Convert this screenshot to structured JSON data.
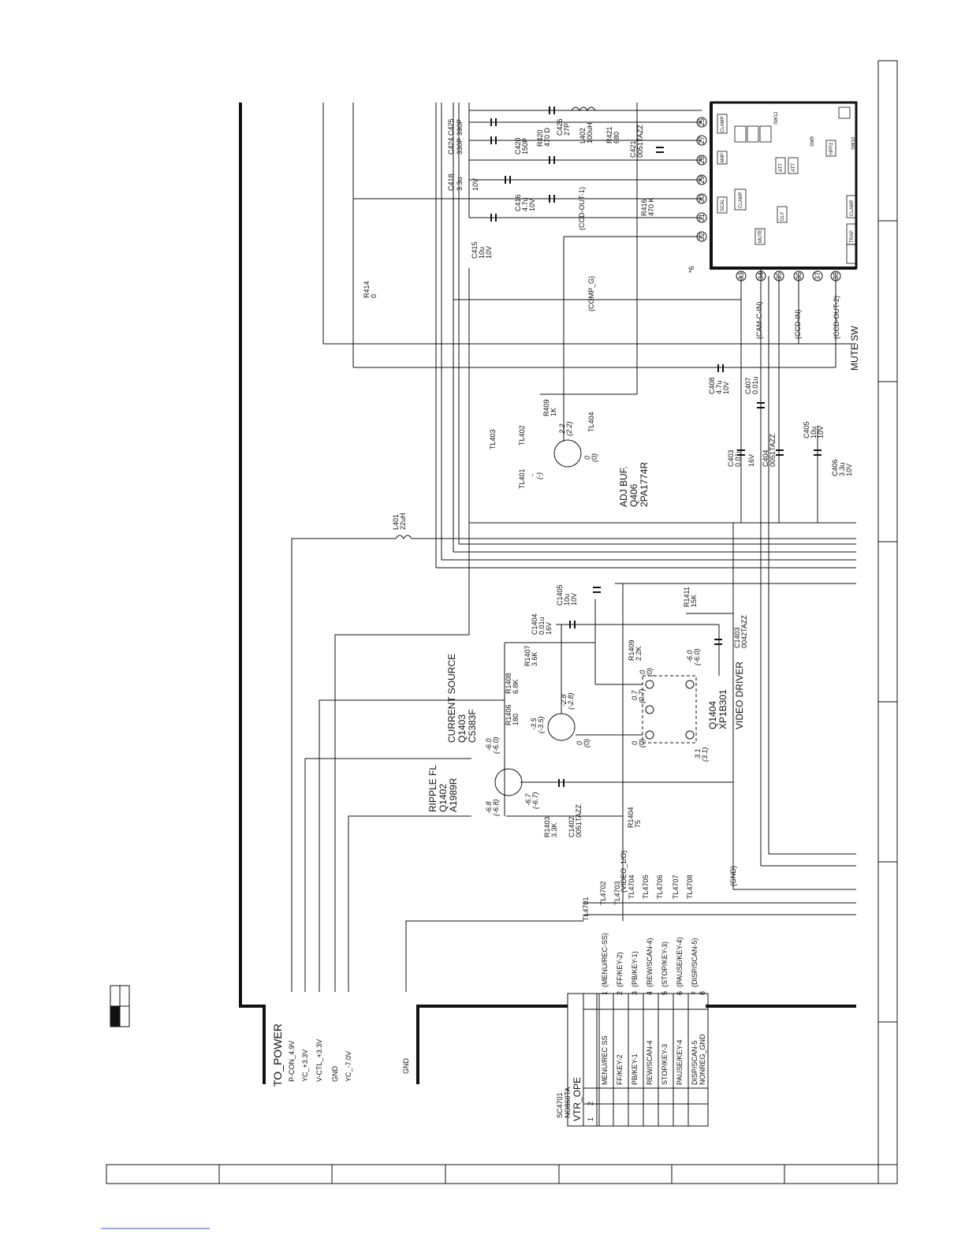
{
  "power_connector": {
    "title": "TO_POWER",
    "lines": [
      "P-CON_4.9V",
      "YC_+3.3V",
      "V-CTL_+3.3V",
      "GND",
      "YC_-7.0V"
    ],
    "gnd": "GND"
  },
  "vtr_connector": {
    "ref": "SC4701",
    "part": "NO860TA",
    "name": "VTR_OPE",
    "pins": [
      {
        "num": "1",
        "label": "MENU/REC SS",
        "signal": "(MENU/REC-SS)",
        "test": "TL4701"
      },
      {
        "num": "2",
        "label": "FF/KEY-2",
        "signal": "(FF/KEY-2)",
        "test": "TL4702"
      },
      {
        "num": "3",
        "label": "PB/KEY-1",
        "signal": "(PB/KEY-1)",
        "test": "TL4703"
      },
      {
        "num": "4",
        "label": "REW/SCAN-4",
        "signal": "(REW/SCAN-4)",
        "test": "TL4704"
      },
      {
        "num": "5",
        "label": "STOP/KEY-3",
        "signal": "(STOP/KEY-3)",
        "test": "TL4705"
      },
      {
        "num": "6",
        "label": "PAUSE/KEY-4",
        "signal": "(PAUSE/KEY-4)",
        "test": "TL4706"
      },
      {
        "num": "7",
        "label": "DISP/SCAN-5",
        "signal": "(DISP/SCAN-5)",
        "test": "TL4707"
      },
      {
        "num": "8",
        "label": "NONREG_GND",
        "signal": "",
        "test": "TL4708"
      }
    ]
  },
  "nets": {
    "video_out": "(VIDEO_1/O)",
    "gnd": "(GND)",
    "comp_g": "(COMP_G)",
    "cam_c_in": "(CAM-C-IN)",
    "ccd_in": "(CCD-IN)",
    "ccd_out_2": "(CCD-OUT-2)",
    "ccd_out_1": "(CCD-OUT-1)",
    "mute_sw": "MUTE SW",
    "star": "*6"
  },
  "blocks": {
    "ripple": {
      "title": "RIPPLE FL",
      "ref": "Q1402",
      "part": "A1989R",
      "v1": "-6.8",
      "v1b": "(-6.8)",
      "v2": "-6.7",
      "v2b": "(-6.7)"
    },
    "current": {
      "title": "CURRENT SOURCE",
      "ref": "Q1403",
      "part": "C5383F",
      "v1": "-6.0",
      "v1b": "(-6.0)",
      "v2": "-3.5",
      "v2b": "(-3.5)",
      "v3": "-2.8",
      "v3b": "(-2.8)",
      "v4": "0",
      "v4b": "(0)"
    },
    "video": {
      "title": "VIDEO DRIVER",
      "ref": "Q1404",
      "part": "XP1B301",
      "v1": "0",
      "v1b": "(0)",
      "v2": "3.1",
      "v2b": "(3.1)",
      "v3": "0.7",
      "v3b": "(0.7)",
      "v4": "0",
      "v4b": "(0)",
      "v5": "-6.0",
      "v5b": "(-6.0)"
    },
    "adj": {
      "title": "ADJ BUF.",
      "ref": "Q406",
      "part": "2PA1774R",
      "v1": "2.2",
      "v1b": "(2.2)",
      "v2": "0",
      "v2b": "(0)",
      "v3": "-",
      "v3b": "(-)"
    }
  },
  "components": {
    "L401": [
      "L401",
      "22uH"
    ],
    "R1403": [
      "R1403",
      "3.3K"
    ],
    "C1402": [
      "C1402",
      "0051TAZZ"
    ],
    "R1404": [
      "R1404",
      "75"
    ],
    "R1406": [
      "R1406",
      "180"
    ],
    "R1408": [
      "R1408",
      "6.8K"
    ],
    "R1407": [
      "R1407",
      "3.6K"
    ],
    "C1404": [
      "C1404",
      "0.01u",
      "16V"
    ],
    "C1405": [
      "C1405",
      "10u",
      "10V"
    ],
    "R1411": [
      "R1411",
      "15K"
    ],
    "R1409": [
      "R1409",
      "2.2K"
    ],
    "C1403": [
      "C1403",
      "0042TAZZ"
    ],
    "R414": [
      "R414",
      "0"
    ],
    "R409": [
      "R409",
      "1K"
    ],
    "C403": [
      "C403",
      "0.01u",
      "16V"
    ],
    "C404": [
      "C404",
      "0051TAZZ"
    ],
    "C405": [
      "C405",
      "10u",
      "10V"
    ],
    "C406": [
      "C406",
      "3.3u",
      "10V"
    ],
    "C407": [
      "C407",
      "0.01u"
    ],
    "C408": [
      "C408",
      "4.7u",
      "10V"
    ],
    "C415": [
      "C415",
      "10u",
      "10V"
    ],
    "C416": [
      "C416",
      "4.7u",
      "10V"
    ],
    "C418": [
      "C418",
      "3.3u",
      "10V"
    ],
    "C420": [
      "C420",
      "150P"
    ],
    "C424": [
      "C424",
      "330P"
    ],
    "C425": [
      "C425",
      "390P"
    ],
    "R420": [
      "R420",
      "470 D"
    ],
    "C426": [
      "C426",
      "27P"
    ],
    "L402": [
      "L402",
      "100uH"
    ],
    "R421": [
      "R421",
      "680"
    ],
    "C421": [
      "C421",
      "0051TAZZ"
    ],
    "R416": [
      "R416",
      "470 K"
    ]
  },
  "testpoints": [
    "TL401",
    "TL402",
    "TL403",
    "TL404"
  ],
  "ic_pins": [
    "25",
    "27",
    "28",
    "29",
    "30",
    "31",
    "32",
    "33",
    "34",
    "35",
    "36",
    "37",
    "38"
  ],
  "ic_blocks": [
    "CLAMP",
    "AMP",
    "SCAL",
    "CLAMP",
    "MUTE",
    "ATT",
    "ATT",
    "HPF2",
    "DLY",
    "SW12",
    "SW9",
    "SW10",
    "CLAMP",
    "TRAP"
  ],
  "link_text": ""
}
